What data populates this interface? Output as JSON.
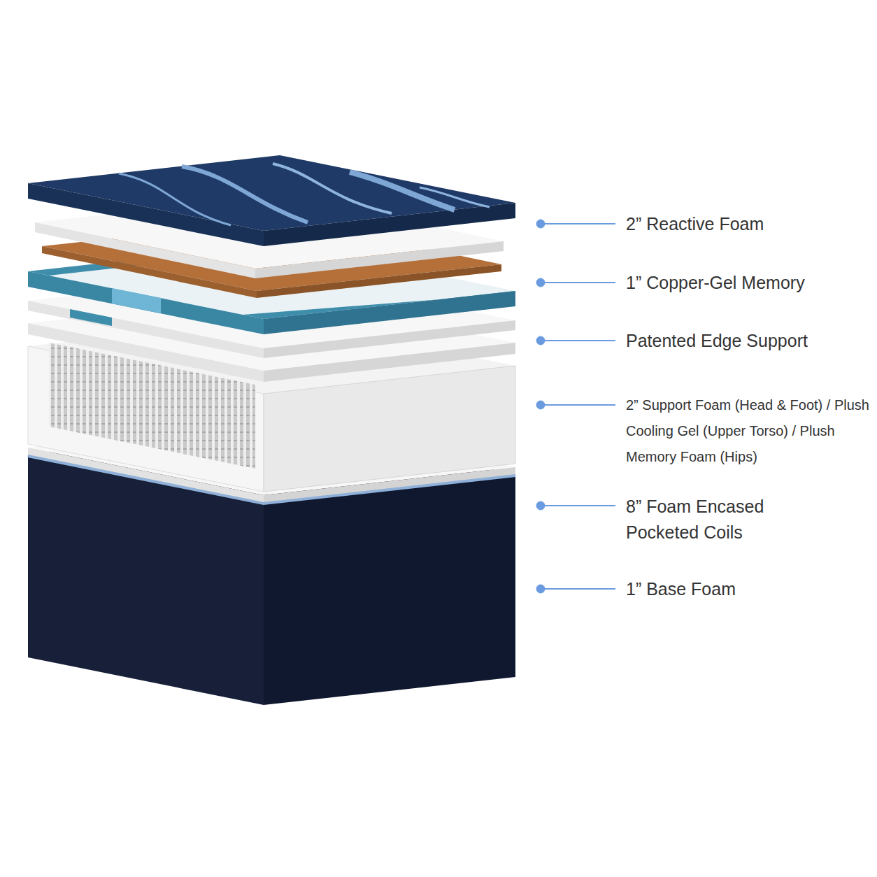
{
  "diagram": {
    "labels": [
      "2” Reactive Foam",
      "1” Copper-Gel Memory",
      "Patented Edge Support",
      "2” Support Foam (Head & Foot) / Plush Cooling Gel (Upper Torso) / Plush Memory Foam (Hips)",
      "8” Foam Encased Pocketed Coils",
      "1” Base Foam"
    ]
  }
}
